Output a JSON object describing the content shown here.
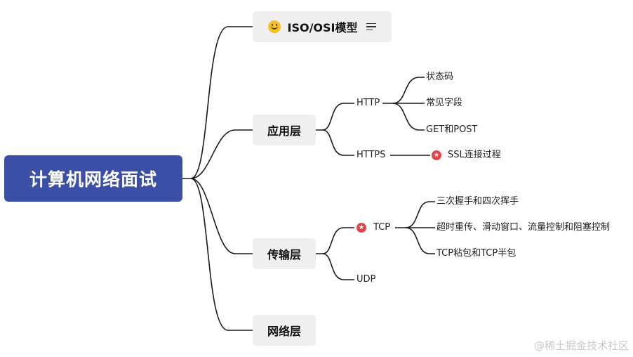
{
  "root": {
    "label": "计算机网络面试"
  },
  "branches": {
    "iso": {
      "label": "ISO/OSI模型",
      "icon": "smile-emoji-icon",
      "notes_icon": "notes-icon"
    },
    "app": {
      "label": "应用层",
      "http": {
        "label": "HTTP",
        "children": [
          "状态码",
          "常见字段",
          "GET和POST"
        ]
      },
      "https": {
        "label": "HTTPS",
        "child": "SSL连接过程"
      }
    },
    "transport": {
      "label": "传输层",
      "tcp": {
        "label": "TCP",
        "children": [
          "三次握手和四次挥手",
          "超时重传、滑动窗口、流量控制和阻塞控制",
          "TCP粘包和TCP半包"
        ]
      },
      "udp": {
        "label": "UDP"
      }
    },
    "network": {
      "label": "网络层"
    }
  },
  "colors": {
    "root_bg": "#3b4fa6",
    "node_bg": "#efefef",
    "line": "#1a1a1a",
    "star": "#e0454b"
  },
  "watermark": "@稀土掘金技术社区"
}
